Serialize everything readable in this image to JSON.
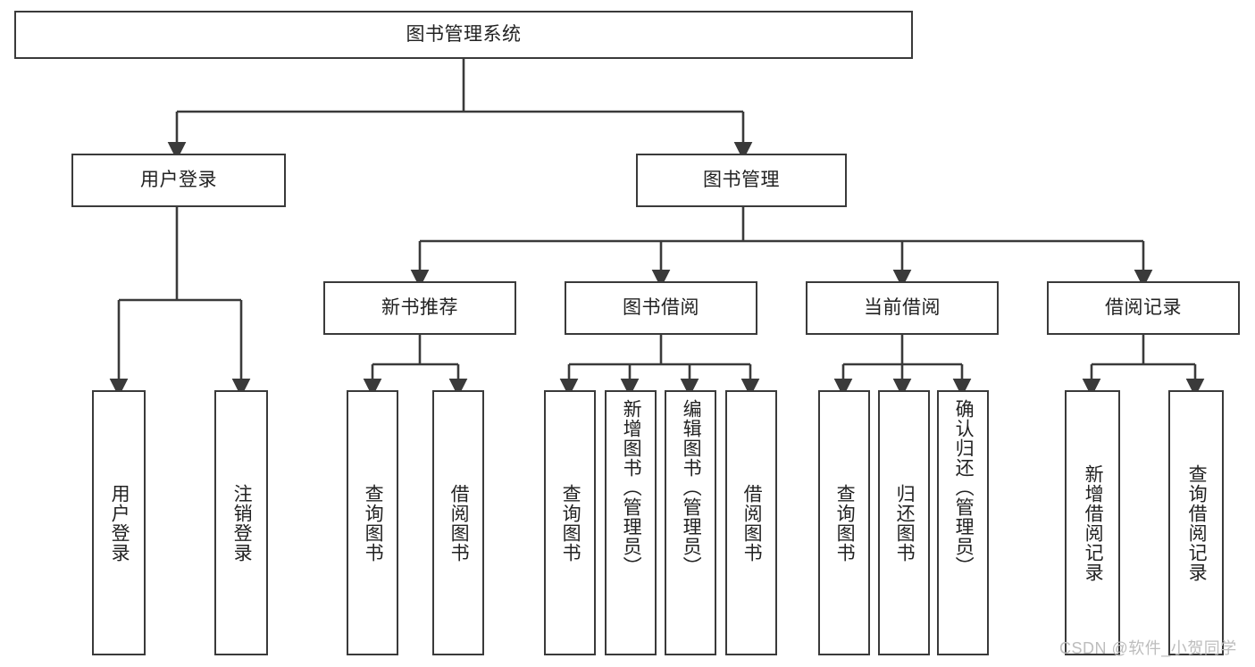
{
  "diagram": {
    "type": "tree",
    "title": "图书管理系统",
    "root": {
      "id": "root",
      "label": "图书管理系统"
    },
    "level2": [
      {
        "id": "user-login",
        "label": "用户登录"
      },
      {
        "id": "book-manage",
        "label": "图书管理"
      }
    ],
    "level3": [
      {
        "id": "new-book-recommend",
        "label": "新书推荐",
        "parent": "book-manage"
      },
      {
        "id": "book-borrow",
        "label": "图书借阅",
        "parent": "book-manage"
      },
      {
        "id": "current-borrow",
        "label": "当前借阅",
        "parent": "book-manage"
      },
      {
        "id": "borrow-record",
        "label": "借阅记录",
        "parent": "book-manage"
      }
    ],
    "leaves": {
      "user_login": [
        {
          "id": "leaf-user-login",
          "label": "用户登录"
        },
        {
          "id": "leaf-logout",
          "label": "注销登录"
        }
      ],
      "new_book_recommend": [
        {
          "id": "leaf-query-book-1",
          "label": "查询图书"
        },
        {
          "id": "leaf-borrow-book-1",
          "label": "借阅图书"
        }
      ],
      "book_borrow": [
        {
          "id": "leaf-query-book-2",
          "label": "查询图书"
        },
        {
          "id": "leaf-add-book",
          "label": "新增图书（管理员）"
        },
        {
          "id": "leaf-edit-book",
          "label": "编辑图书（管理员）"
        },
        {
          "id": "leaf-borrow-book-2",
          "label": "借阅图书"
        }
      ],
      "current_borrow": [
        {
          "id": "leaf-query-book-3",
          "label": "查询图书"
        },
        {
          "id": "leaf-return-book",
          "label": "归还图书"
        },
        {
          "id": "leaf-confirm-return",
          "label": "确认归还（管理员）"
        }
      ],
      "borrow_record": [
        {
          "id": "leaf-add-record",
          "label": "新增借阅记录"
        },
        {
          "id": "leaf-query-record",
          "label": "查询借阅记录"
        }
      ]
    },
    "watermark": "CSDN @软件_小贺同学",
    "colors": {
      "stroke": "#3a3a3a",
      "fill": "#ffffff",
      "text": "#222222",
      "watermark": "#bdbdbd"
    }
  }
}
